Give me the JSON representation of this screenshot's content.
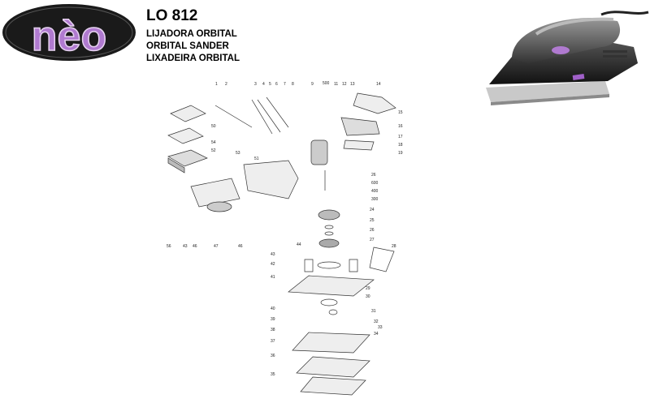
{
  "brand": {
    "logo_text": "nèo",
    "logo_bg_color": "#1a1a1a",
    "logo_text_color": "#b07ad0"
  },
  "header": {
    "model": "LO 812",
    "lines": [
      "LIJADORA ORBITAL",
      "ORBITAL SANDER",
      "LIXADEIRA ORBITAL"
    ]
  },
  "diagram": {
    "callouts": {
      "top": [
        "1",
        "2",
        "3",
        "4",
        "5",
        "6",
        "7",
        "8",
        "9",
        "500",
        "11",
        "12",
        "13",
        "14"
      ],
      "right": [
        "15",
        "16",
        "17",
        "18",
        "19",
        "26",
        "600",
        "400",
        "300"
      ],
      "left": [
        "50",
        "54",
        "52",
        "53",
        "51"
      ],
      "bottom_left": [
        "56",
        "43",
        "46",
        "47",
        "46"
      ],
      "center": [
        "24",
        "25",
        "26",
        "27",
        "28",
        "29",
        "30",
        "31",
        "32",
        "33",
        "34",
        "35",
        "36",
        "37",
        "38",
        "39",
        "40",
        "41",
        "42",
        "43",
        "44"
      ]
    }
  }
}
